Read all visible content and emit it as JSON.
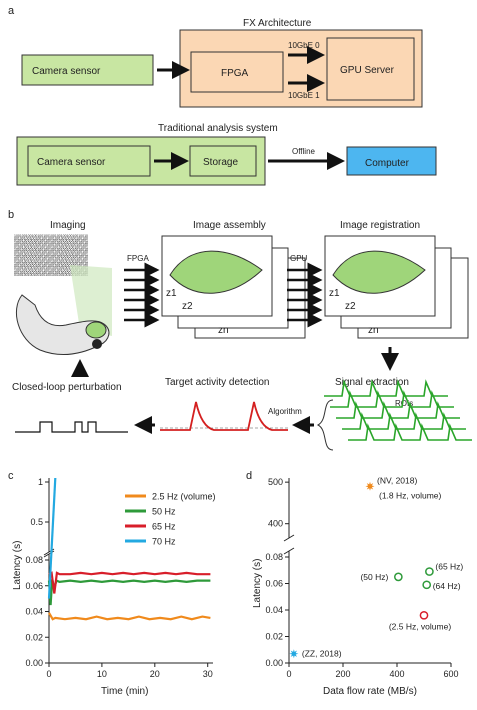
{
  "panel_a": {
    "letter": "a",
    "fx_title": "FX Architecture",
    "camera_fx": "Camera sensor",
    "fpga": "FPGA",
    "gpu": "GPU Server",
    "link0": "10GbE 0",
    "link1": "10GbE 1",
    "trad_title": "Traditional analysis system",
    "camera_trad": "Camera sensor",
    "storage": "Storage",
    "offline": "Offline",
    "computer": "Computer",
    "colors": {
      "fx_bg": "#fbd7b4",
      "green_box": "#c8e6a2",
      "blue_box": "#4db6f0"
    }
  },
  "panel_b": {
    "letter": "b",
    "imaging": "Imaging",
    "image_assembly": "Image assembly",
    "image_registration": "Image registration",
    "fpga": "FPGA",
    "gpu": "GPU",
    "z1": "z1",
    "z2": "z2",
    "zn": "zn",
    "signal_extraction": "Signal extraction",
    "rois": "ROIs",
    "algorithm": "Algorithm",
    "target_detection": "Target activity detection",
    "closed_loop": "Closed-loop perturbation",
    "colors": {
      "fish": "#9fd57a",
      "trace_green": "#2aa52a",
      "trace_red": "#d42020"
    }
  },
  "panel_c": {
    "letter": "c",
    "chart_data": {
      "type": "line",
      "xlabel": "Time (min)",
      "ylabel": "Latency (s)",
      "xlim": [
        0,
        31
      ],
      "x_ticks": [
        "0",
        "10",
        "20",
        "30"
      ],
      "y_ticks_lower": [
        "0.00",
        "0.02",
        "0.04",
        "0.06",
        "0.08"
      ],
      "y_ticks_upper": [
        "0.5",
        "1"
      ],
      "series": [
        {
          "name": "2.5 Hz (volume)",
          "color": "#f08a1c",
          "x": [
            0,
            0.7,
            1.2,
            3,
            5,
            7,
            9,
            11,
            13,
            15,
            17,
            19,
            21,
            23,
            25,
            27,
            29,
            30.5
          ],
          "values": [
            0.039,
            0.034,
            0.035,
            0.034,
            0.035,
            0.034,
            0.036,
            0.034,
            0.035,
            0.034,
            0.036,
            0.034,
            0.035,
            0.034,
            0.036,
            0.034,
            0.036,
            0.035
          ]
        },
        {
          "name": "50 Hz",
          "color": "#2e9a3a",
          "x": [
            0,
            0.3,
            0.6,
            1.0,
            1.4,
            2,
            4,
            6,
            8,
            10,
            12,
            14,
            16,
            18,
            20,
            22,
            24,
            26,
            28,
            30.5
          ],
          "values": [
            0.064,
            0.045,
            0.065,
            0.058,
            0.064,
            0.063,
            0.064,
            0.063,
            0.064,
            0.063,
            0.064,
            0.063,
            0.064,
            0.063,
            0.064,
            0.063,
            0.064,
            0.063,
            0.064,
            0.064
          ]
        },
        {
          "name": "65 Hz",
          "color": "#d81e2a",
          "x": [
            0,
            0.5,
            1.0,
            1.5,
            2,
            4,
            6,
            8,
            10,
            12,
            14,
            16,
            18,
            20,
            22,
            24,
            26,
            28,
            30.5
          ],
          "values": [
            0.069,
            0.07,
            0.054,
            0.07,
            0.069,
            0.069,
            0.07,
            0.069,
            0.07,
            0.069,
            0.07,
            0.069,
            0.07,
            0.069,
            0.07,
            0.069,
            0.07,
            0.069,
            0.069
          ]
        },
        {
          "name": "70 Hz",
          "color": "#23a9e1",
          "x": [
            0,
            1.2
          ],
          "values": [
            0.05,
            1.05
          ]
        }
      ]
    }
  },
  "panel_d": {
    "letter": "d",
    "chart_data": {
      "type": "scatter",
      "xlabel": "Data flow rate (MB/s)",
      "ylabel": "Latency (s)",
      "xlim": [
        0,
        600
      ],
      "x_ticks": [
        "0",
        "200",
        "400",
        "600"
      ],
      "y_ticks_lower": [
        "0.00",
        "0.02",
        "0.04",
        "0.06",
        "0.08"
      ],
      "y_ticks_upper": [
        "400",
        "500"
      ],
      "points": [
        {
          "label": "(NV, 2018)",
          "label2": "(1.8 Hz,  volume)",
          "x": 300,
          "y": 490,
          "color": "#f08a1c",
          "marker": "star"
        },
        {
          "label": "(50 Hz)",
          "x": 405,
          "y": 0.065,
          "color": "#2e9a3a",
          "marker": "circle"
        },
        {
          "label": "(65 Hz)",
          "x": 520,
          "y": 0.069,
          "color": "#2e9a3a",
          "marker": "circle"
        },
        {
          "label": "(64 Hz)",
          "x": 510,
          "y": 0.059,
          "color": "#2e9a3a",
          "marker": "circle"
        },
        {
          "label": "(2.5 Hz, volume)",
          "x": 500,
          "y": 0.036,
          "color": "#d81e2a",
          "marker": "circle"
        },
        {
          "label": "(ZZ, 2018)",
          "x": 18,
          "y": 0.007,
          "color": "#23a9e1",
          "marker": "star"
        }
      ]
    }
  }
}
